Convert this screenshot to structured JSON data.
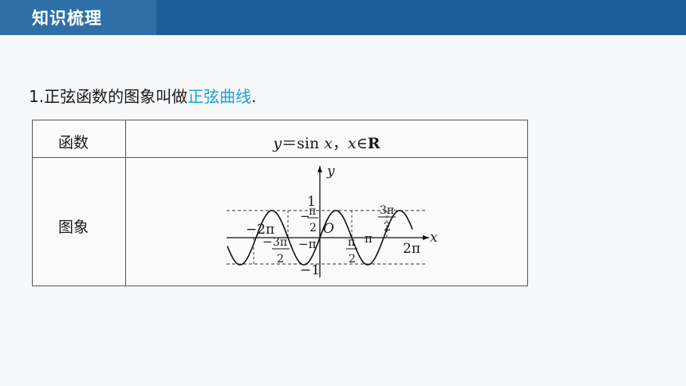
{
  "header": {
    "title": "知识梳理"
  },
  "statement": {
    "number": "1.",
    "text": "正弦函数的图象叫做",
    "highlight": "正弦曲线",
    "end": "."
  },
  "table": {
    "row1_label": "函数",
    "row2_label": "图象",
    "formula": {
      "y": "y",
      "eq": "＝sin ",
      "x": "x",
      "sep": "，",
      "x2": "x",
      "in": "∈",
      "R": "R"
    }
  },
  "graph": {
    "y_axis": "y",
    "x_axis": "x",
    "origin": "O",
    "one": "1",
    "neg_one": "−1",
    "neg_two_pi": "−2π",
    "two_pi": "2π",
    "neg_pi": "−π",
    "pi": "π",
    "neg_sign": "−",
    "pi_num": "π",
    "two_den": "2",
    "three_pi_num": "3π"
  },
  "colors": {
    "header": "#1b5f99",
    "highlight": "#19a3df"
  }
}
